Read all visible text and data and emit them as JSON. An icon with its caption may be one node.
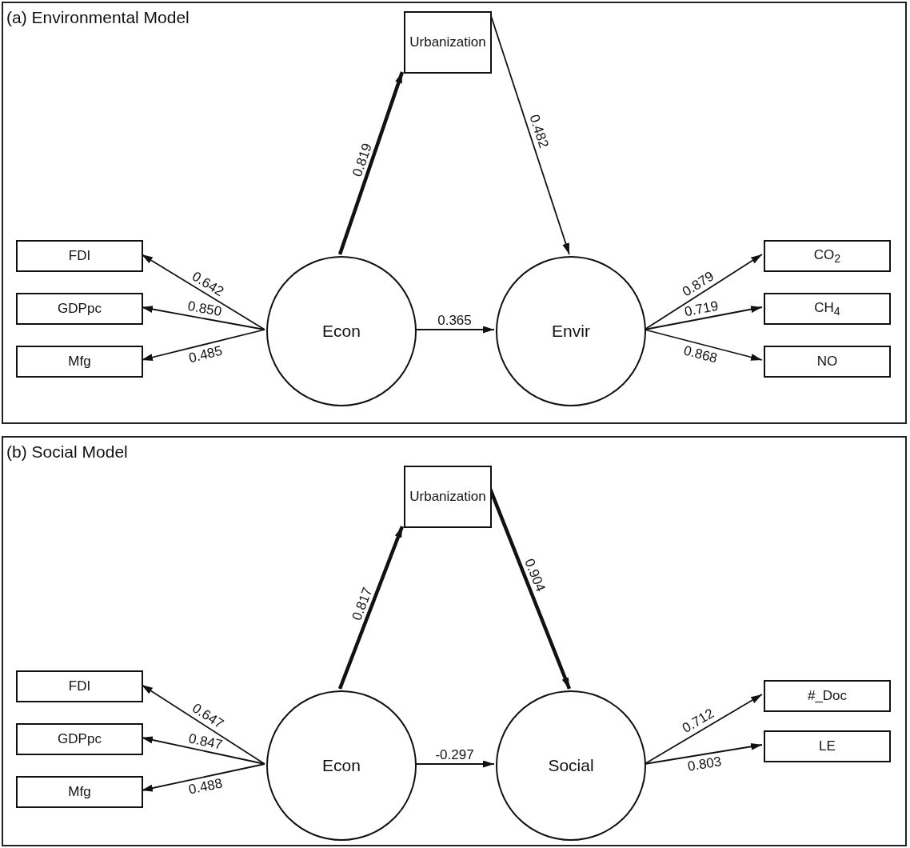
{
  "diagram": {
    "nodes": [
      {
        "text": [
          "(a) Environmental Model"
        ]
      },
      {
        "text": [
          "Urbanization"
        ],
        "in": 0
      },
      {
        "text": [
          "FDI"
        ],
        "in": 0
      },
      {
        "text": [
          "GDPpc"
        ],
        "in": 0
      },
      {
        "text": [
          "Mfg"
        ],
        "in": 0
      },
      {
        "text": [
          "Econ"
        ],
        "in": 0
      },
      {
        "text": [
          "Envir"
        ],
        "in": 0
      },
      {
        "text": [
          "CO$_{2}$"
        ],
        "in": 0
      },
      {
        "text": [
          "CH$_{4}$"
        ],
        "in": 0
      },
      {
        "text": [
          "NO"
        ],
        "in": 0
      },
      {
        "text": [
          "(b) Social Model"
        ]
      },
      {
        "text": [
          "Urbanization"
        ],
        "in": 10
      },
      {
        "text": [
          "FDI"
        ],
        "in": 10
      },
      {
        "text": [
          "GDPpc"
        ],
        "in": 10
      },
      {
        "text": [
          "Mfg"
        ],
        "in": 10
      },
      {
        "text": [
          "Econ"
        ],
        "in": 10
      },
      {
        "text": [
          "Social"
        ],
        "in": 10
      },
      {
        "text": [
          "#_Doc"
        ],
        "in": 10
      },
      {
        "text": [
          "LE"
        ],
        "in": 10
      }
    ],
    "edges": [
      {
        "from": 5,
        "to": 1,
        "arrow": "to",
        "label": "0.819",
        "style": "thick"
      },
      {
        "from": 1,
        "to": 6,
        "arrow": "to",
        "label": "0.482"
      },
      {
        "from": 5,
        "to": 2,
        "arrow": "to",
        "label": "0.642"
      },
      {
        "from": 5,
        "to": 3,
        "arrow": "to",
        "label": "0.850"
      },
      {
        "from": 5,
        "to": 4,
        "arrow": "to",
        "label": "0.485"
      },
      {
        "from": 5,
        "to": 6,
        "arrow": "to",
        "label": "0.365"
      },
      {
        "from": 6,
        "to": 7,
        "arrow": "to",
        "label": "0.879"
      },
      {
        "from": 6,
        "to": 8,
        "arrow": "to",
        "label": "0.719"
      },
      {
        "from": 6,
        "to": 9,
        "arrow": "to",
        "label": "0.868"
      },
      {
        "from": 15,
        "to": 11,
        "arrow": "to",
        "label": "0.817",
        "style": "thick"
      },
      {
        "from": 11,
        "to": 16,
        "arrow": "to",
        "label": "0.904",
        "style": "thick"
      },
      {
        "from": 15,
        "to": 12,
        "arrow": "to",
        "label": "0.647"
      },
      {
        "from": 15,
        "to": 13,
        "arrow": "to",
        "label": "0.847"
      },
      {
        "from": 15,
        "to": 14,
        "arrow": "to",
        "label": "0.488"
      },
      {
        "from": 15,
        "to": 16,
        "arrow": "to",
        "label": "-0.297"
      },
      {
        "from": 16,
        "to": 17,
        "arrow": "to",
        "label": "0.712"
      },
      {
        "from": 16,
        "to": 18,
        "arrow": "to",
        "label": "0.803"
      }
    ]
  }
}
